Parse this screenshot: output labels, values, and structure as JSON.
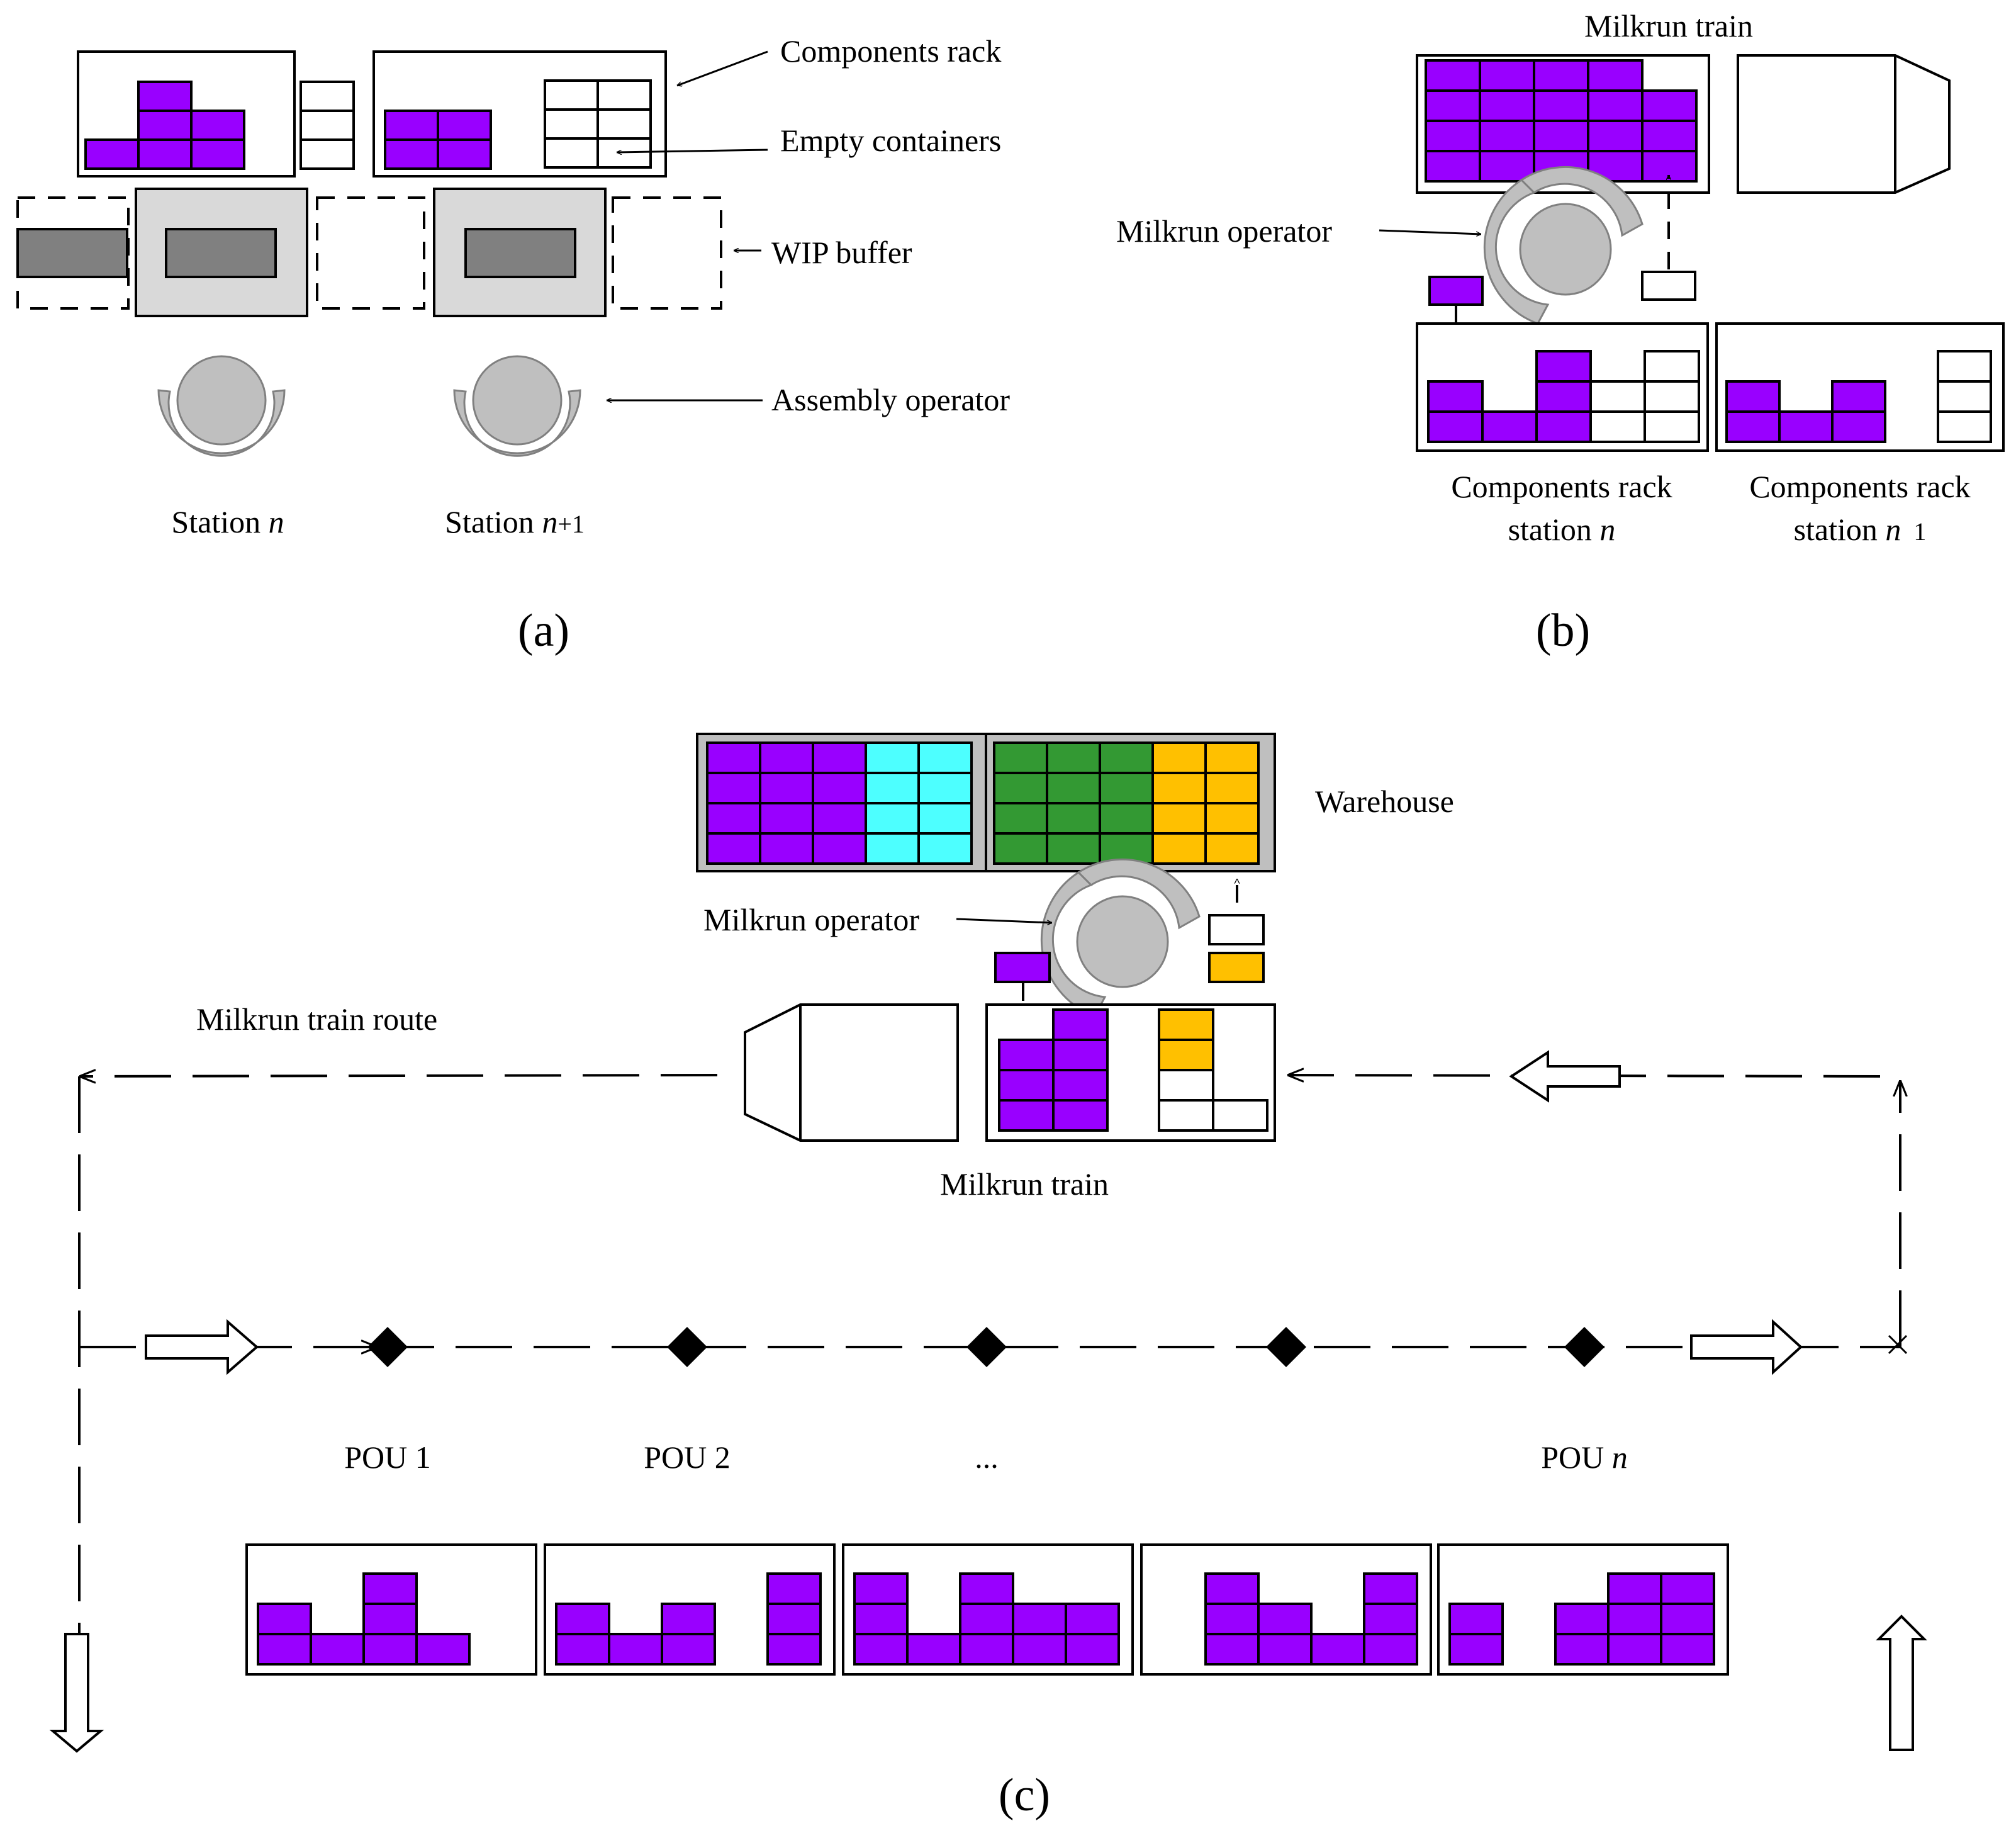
{
  "colors": {
    "component": "#9900FF",
    "cyan": "#4DFFFF",
    "green": "#339933",
    "amber": "#FFC000",
    "station_fill": "#D9D9D9",
    "wip": "#808080",
    "operator": "#BFBFBF",
    "warehouse_frame": "#BFBFBF"
  },
  "panel_a": {
    "caption": "(a)",
    "components_rack": "Components rack",
    "empty_containers": "Empty containers",
    "wip_buffer": "WIP buffer",
    "assembly_operator": "Assembly operator",
    "station_1": {
      "prefix": "Station ",
      "var": "n",
      "suffix": ""
    },
    "station_2": {
      "prefix": "Station ",
      "var": "n",
      "suffix": "+1"
    }
  },
  "panel_b": {
    "caption": "(b)",
    "milkrun_train": "Milkrun train",
    "milkrun_operator": "Milkrun operator",
    "rack_1_line1": "Components rack",
    "rack_1_line2": {
      "prefix": "station ",
      "var": "n",
      "suffix": ""
    },
    "rack_2_line1": "Components rack",
    "rack_2_line2": {
      "prefix": "station ",
      "var": "n",
      "suffix": "  1"
    }
  },
  "panel_c": {
    "caption": "(c)",
    "warehouse": "Warehouse",
    "milkrun_operator": "Milkrun operator",
    "milkrun_train_route": "Milkrun train route",
    "milkrun_train": "Milkrun train",
    "pou_1": "POU 1",
    "pou_2": "POU 2",
    "pou_ellipsis": "...",
    "pou_n": {
      "prefix": "POU ",
      "var": "n"
    }
  }
}
